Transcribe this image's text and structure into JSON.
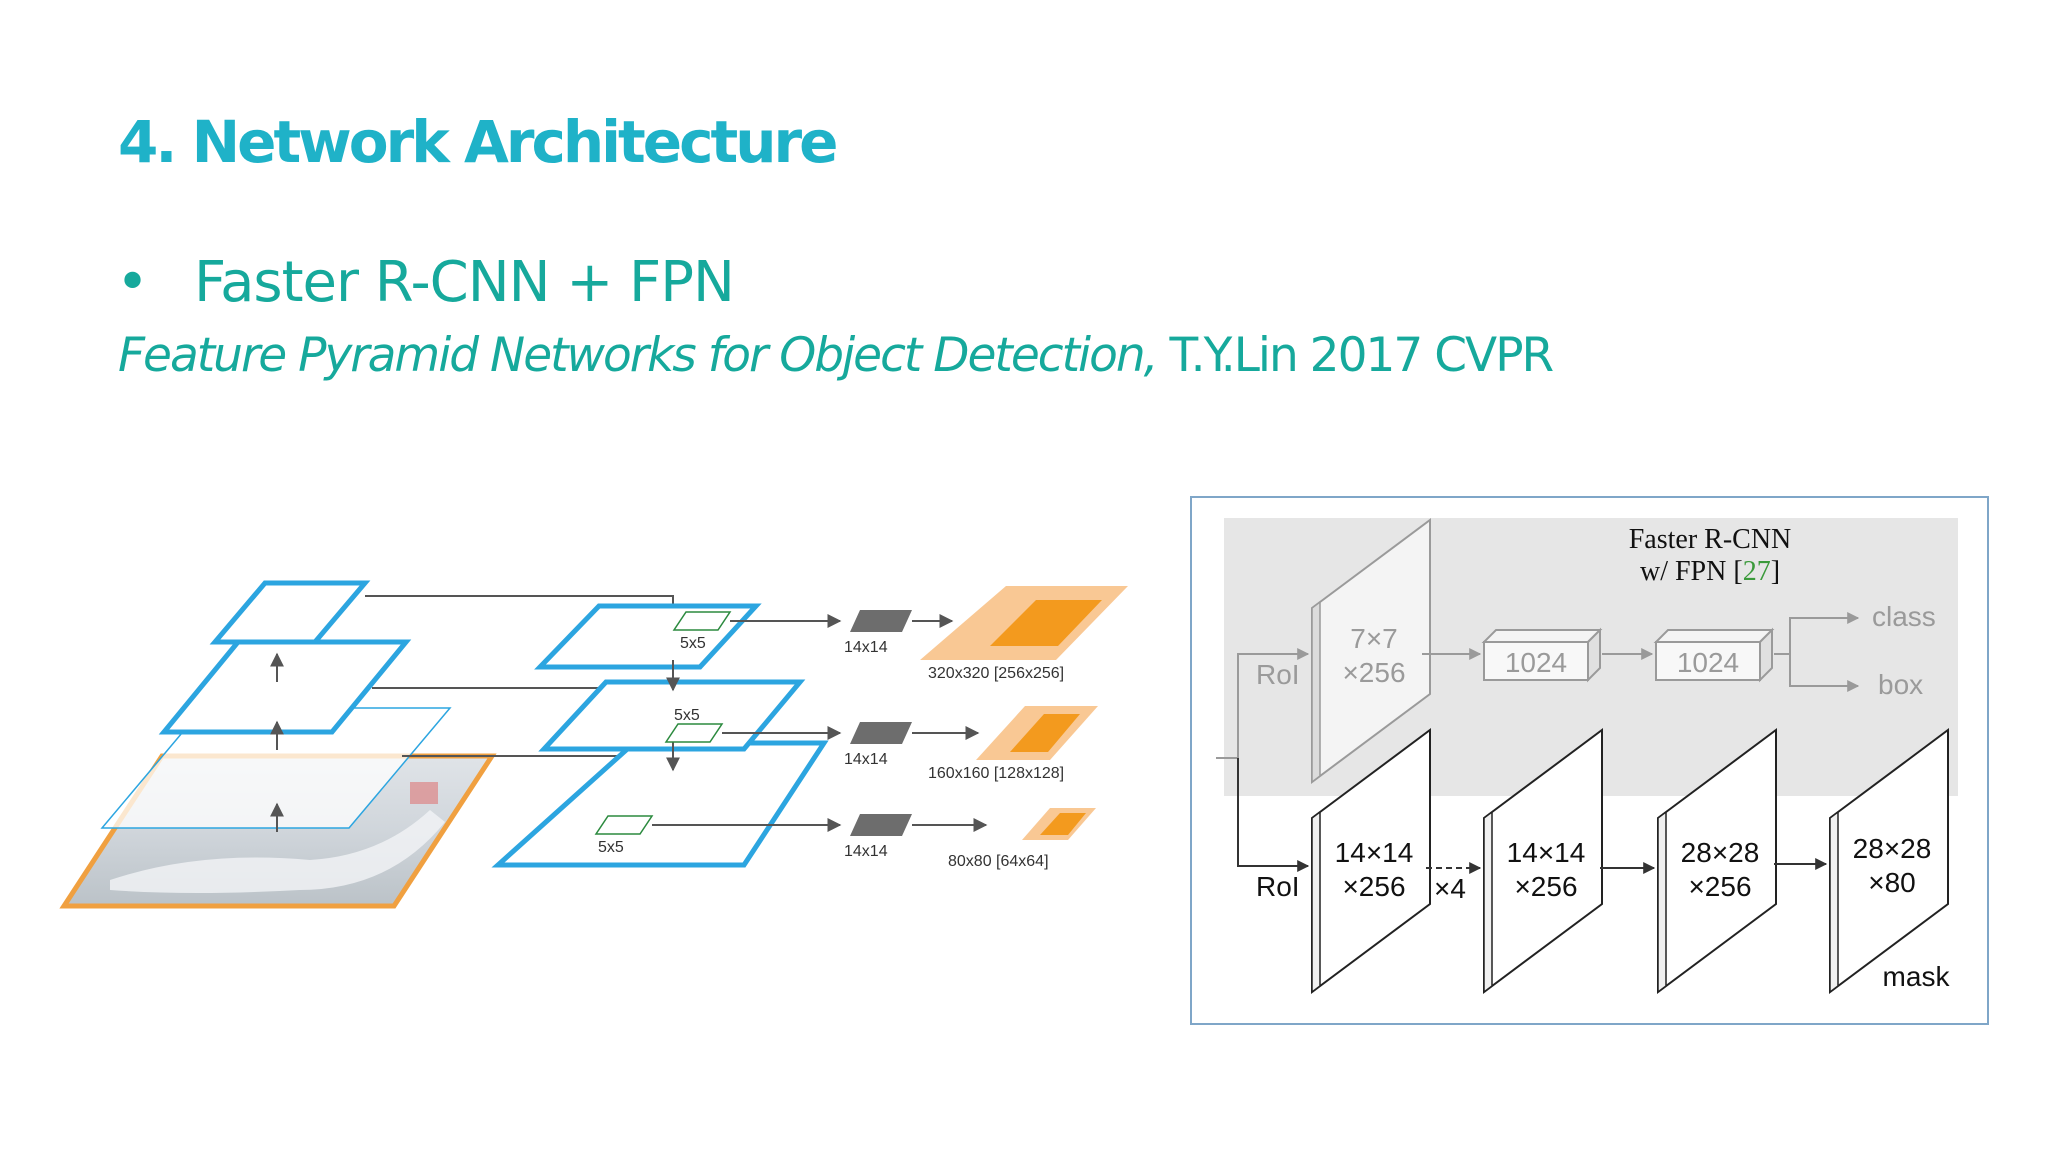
{
  "slide": {
    "title": "4. Network Architecture",
    "bullet": "•",
    "bullet_text": "Faster R-CNN + FPN",
    "citation_paper": "Feature Pyramid Networks for Object Detection,",
    "citation_rest": " T.Y.Lin 2017 CVPR"
  },
  "left_diagram": {
    "roi_labels": [
      "5x5",
      "5x5",
      "5x5"
    ],
    "feature_labels": [
      "14x14",
      "14x14",
      "14x14"
    ],
    "output_labels": [
      "320x320 [256x256]",
      "160x160 [128x128]",
      "80x80 [64x64]"
    ],
    "colors": {
      "pyramid": "#2ca5e0",
      "image_border": "#f0a040",
      "output_outer": "#f9c894",
      "output_inner": "#f39a1e",
      "feature": "#6d6d6d"
    }
  },
  "right_diagram": {
    "head_title_line1": "Faster R-CNN",
    "head_title_line2_prefix": "w/ FPN [",
    "head_title_ref": "27",
    "head_title_line2_suffix": "]",
    "roi_top": "RoI",
    "roi_bottom": "RoI",
    "box1_line1": "7×7",
    "box1_line2": "×256",
    "fc1": "1024",
    "fc2": "1024",
    "out_class": "class",
    "out_box": "box",
    "mask_boxes": [
      {
        "line1": "14×14",
        "line2": "×256"
      },
      {
        "line1": "14×14",
        "line2": "×256"
      },
      {
        "line1": "28×28",
        "line2": "×256"
      },
      {
        "line1": "28×28",
        "line2": "×80"
      }
    ],
    "repeat": "×4",
    "mask": "mask",
    "colors": {
      "ref": "#3a9a3a",
      "gray_band": "#e6e6e6",
      "frame": "#7fa6c8"
    }
  }
}
